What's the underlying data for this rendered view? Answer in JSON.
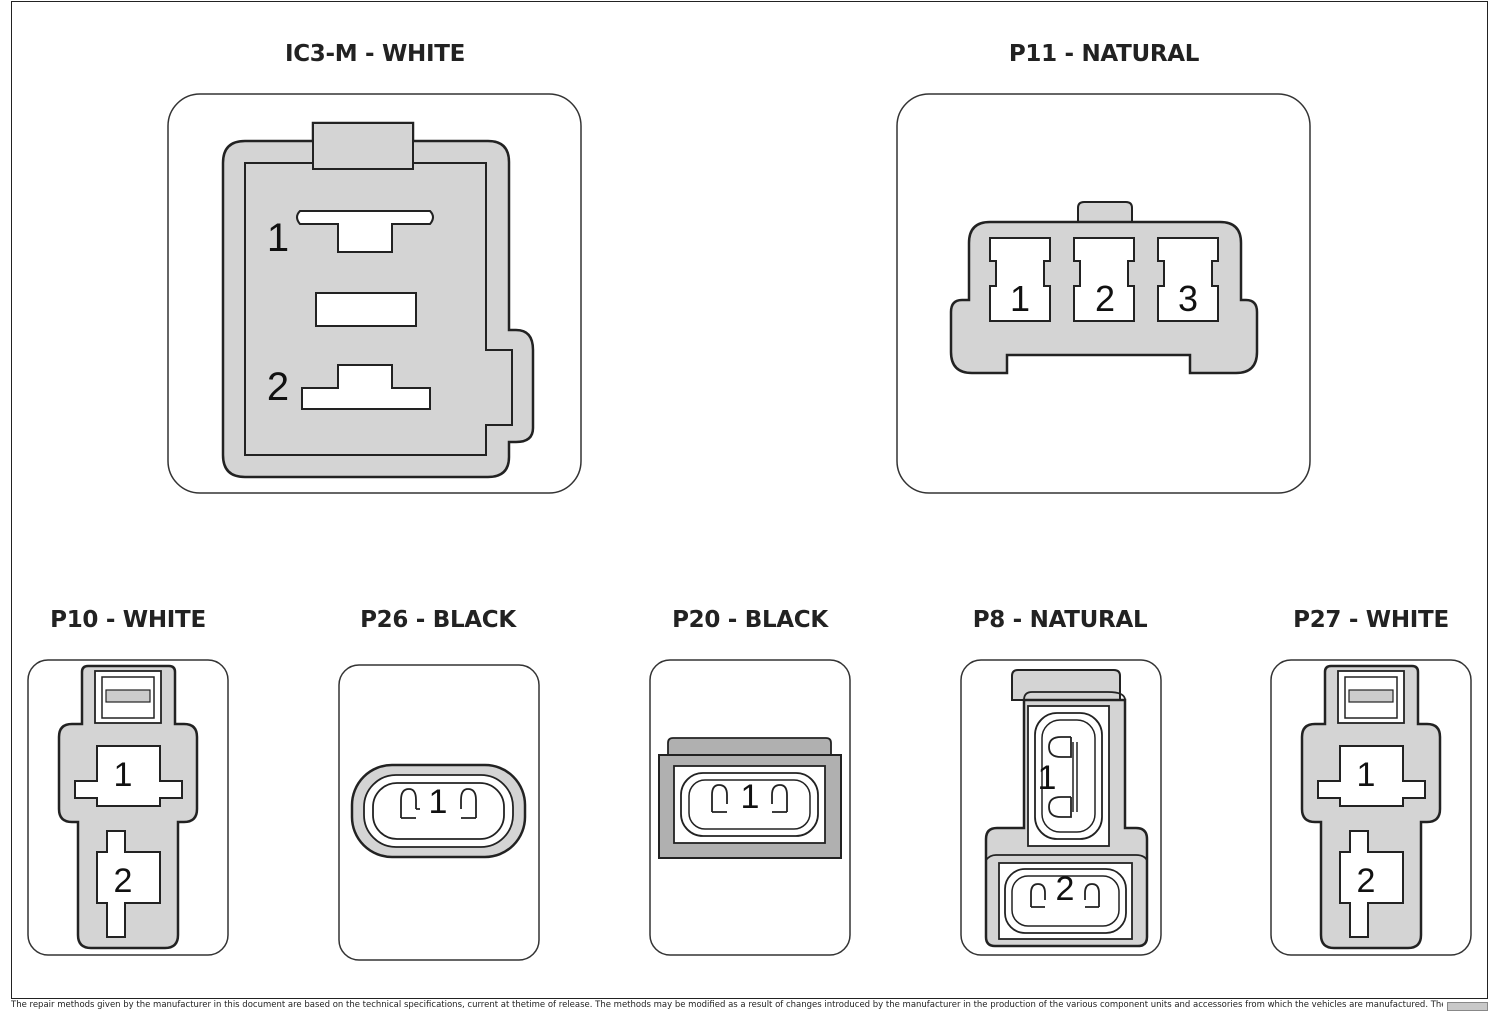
{
  "connectors": {
    "ic3m": {
      "title": "IC3-M - WHITE",
      "pins": [
        "1",
        "2"
      ]
    },
    "p11": {
      "title": "P11 - NATURAL",
      "pins": [
        "1",
        "2",
        "3"
      ]
    },
    "p10": {
      "title": "P10 - WHITE",
      "pins": [
        "1",
        "2"
      ]
    },
    "p26": {
      "title": "P26 - BLACK",
      "pins": [
        "1"
      ]
    },
    "p20": {
      "title": "P20 - BLACK",
      "pins": [
        "1"
      ]
    },
    "p8": {
      "title": "P8 - NATURAL",
      "pins": [
        "1",
        "2"
      ]
    },
    "p27": {
      "title": "P27 - WHITE",
      "pins": [
        "1",
        "2"
      ]
    }
  },
  "footer": {
    "disclaimer": "The repair methods given by the manufacturer in this document are based on the technical specifications, current at thetime of release. The methods may be modified as a result of changes introduced by the manufacturer in the production of the various component units and accessories from which the vehicles are manufactured. The reproduction, translation"
  },
  "colors": {
    "housing_fill": "#d4d4d4",
    "outline": "#222222",
    "dark_fill": "#b0b0b0"
  }
}
